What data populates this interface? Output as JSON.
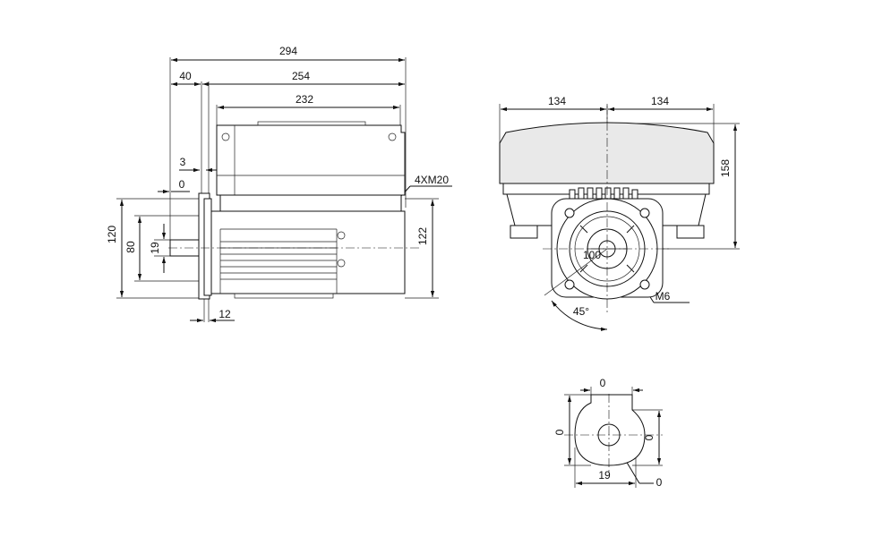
{
  "dimensions": {
    "side": {
      "overall_length": "294",
      "shaft_extension": "40",
      "motor_length": "254",
      "box_length": "232",
      "flange_gap": "3",
      "shaft_start": "0",
      "flange_height": "120",
      "spigot_dia": "80",
      "shaft_dia": "19",
      "center_height": "122",
      "flange_thickness": "12",
      "cable_entries": "4XM20"
    },
    "front": {
      "half_width_left": "134",
      "half_width_right": "134",
      "box_height": "158",
      "pcd": "100",
      "thread": "M6",
      "angle": "45°"
    },
    "shaft_end": {
      "key_width": "0",
      "key_height": "0",
      "face_height": "0",
      "shaft_dia": "19",
      "center": "0"
    }
  }
}
